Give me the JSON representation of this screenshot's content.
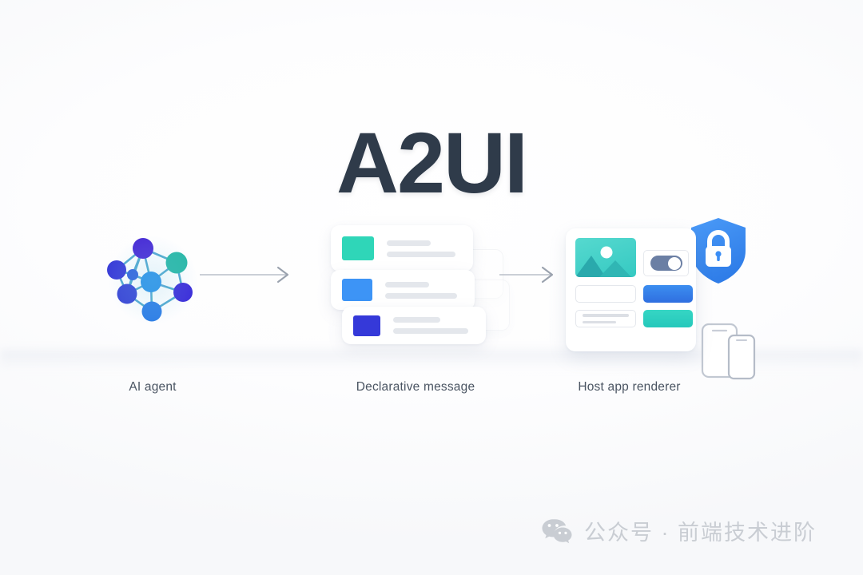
{
  "page": {
    "title": "A2UI",
    "background_color": "#ffffff",
    "title_color": "#2f3b4a"
  },
  "flow": {
    "steps": [
      {
        "id": "ai-agent",
        "caption": "AI agent",
        "icon": "neural-network-graph-icon",
        "node_colors": [
          "#4a2fd6",
          "#3b3fd8",
          "#2bb8a8",
          "#2f8fe0",
          "#3b49d6",
          "#3d3bd4",
          "#2e93e8"
        ]
      },
      {
        "id": "declarative-message",
        "caption": "Declarative message",
        "icon": "stacked-cards-icon",
        "cards": [
          {
            "swatch_color": "#2fd6b8",
            "lines": 2
          },
          {
            "swatch_color": "#3d94f6",
            "lines": 2
          },
          {
            "swatch_color": "#3539d9",
            "lines": 2
          }
        ]
      },
      {
        "id": "host-app-renderer",
        "caption": "Host app renderer",
        "icon": "app-ui-panel-icon",
        "panel": {
          "image_placeholder": "image-thumbnail",
          "toggle": {
            "state": "on",
            "track_color": "#6b7fa4"
          },
          "primary_button_color": "#2f6fe0",
          "secondary_button_color": "#25c8bb"
        },
        "badges": [
          {
            "icon": "shield-lock-icon",
            "color": "#3b8ef5"
          },
          {
            "icon": "devices-icon",
            "color": "#c2c8d2"
          }
        ]
      }
    ],
    "arrows": [
      {
        "id": "arrow-agent-to-message",
        "direction": "right"
      },
      {
        "id": "arrow-message-to-renderer",
        "direction": "right"
      }
    ]
  },
  "watermark": {
    "icon": "wechat-icon",
    "text": "公众号 · 前端技术进阶",
    "color": "#c9cdd3"
  }
}
